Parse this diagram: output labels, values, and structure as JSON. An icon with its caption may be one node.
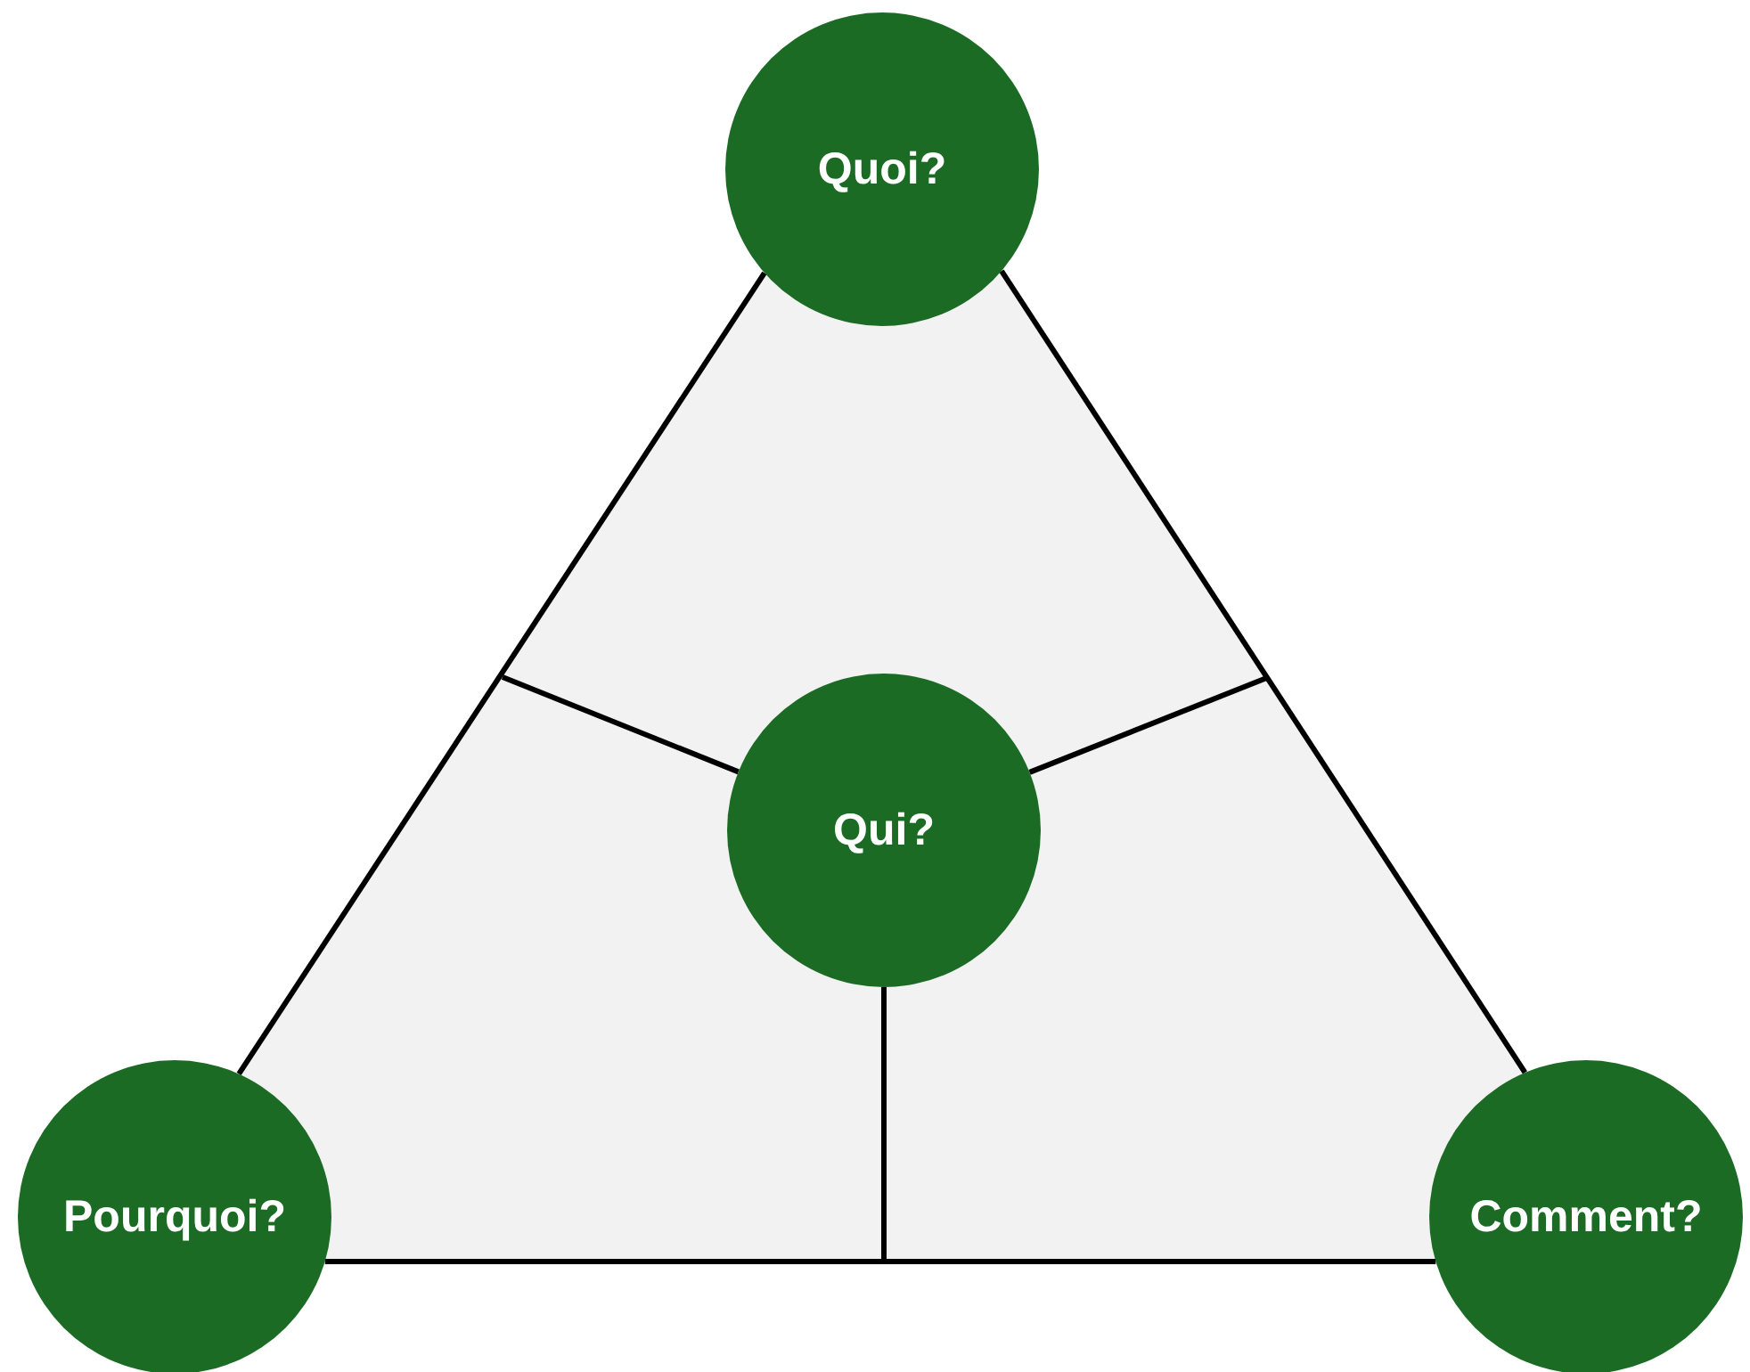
{
  "diagram": {
    "nodes": [
      {
        "text": [
          "Quoi?"
        ]
      },
      {
        "text": [
          "Qui?"
        ]
      },
      {
        "text": [
          "Pourquoi?"
        ]
      },
      {
        "text": [
          "Comment?"
        ]
      }
    ],
    "edges": [
      {
        "from": 0,
        "to": 2,
        "arrow": "none"
      },
      {
        "from": 0,
        "to": 3,
        "arrow": "none"
      },
      {
        "from": 2,
        "to": 3,
        "arrow": "none"
      },
      {
        "from": 1,
        "to": null,
        "arrow": "none"
      },
      {
        "from": 1,
        "to": null,
        "arrow": "none"
      },
      {
        "from": 1,
        "to": null,
        "arrow": "none"
      }
    ]
  }
}
